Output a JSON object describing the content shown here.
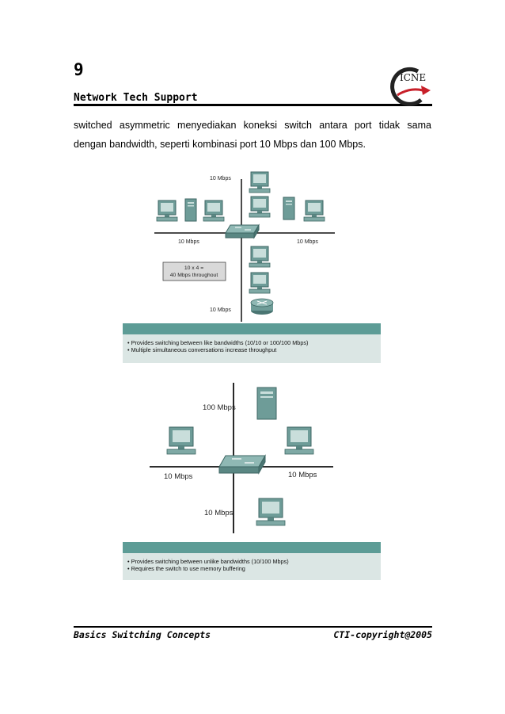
{
  "header": {
    "page_number": "9",
    "chapter_title": "Network Tech Support",
    "logo_text": "ICNE"
  },
  "body": {
    "line1": "switched asymmetric menyediakan koneksi switch antara port tidak sama",
    "line2": "dengan bandwidth, seperti kombinasi port 10 Mbps dan 100 Mbps."
  },
  "figure1": {
    "labels": {
      "top": "10 Mbps",
      "left": "10 Mbps",
      "right": "10 Mbps",
      "bottom": "10 Mbps",
      "calc_line1": "10 x 4 =",
      "calc_line2": "40 Mbps throughout"
    },
    "captions": [
      "• Provides switching between like bandwidths (10/10 or 100/100 Mbps)",
      "• Multiple simultaneous conversations increase throughput"
    ]
  },
  "figure2": {
    "labels": {
      "top": "100 Mbps",
      "left": "10 Mbps",
      "right": "10 Mbps",
      "bottom": "10 Mbps"
    },
    "captions": [
      "• Provides switching between unlike bandwidths (10/100 Mbps)",
      "• Requires the switch to use memory buffering"
    ]
  },
  "footer": {
    "left": "Basics Switching Concepts",
    "right": "CTI-copyright@2005"
  },
  "colors": {
    "teal_band": "#5d9c96",
    "caption_bg": "#dbe6e4",
    "device": "#7fa9a5",
    "logo_red": "#c8202a"
  }
}
